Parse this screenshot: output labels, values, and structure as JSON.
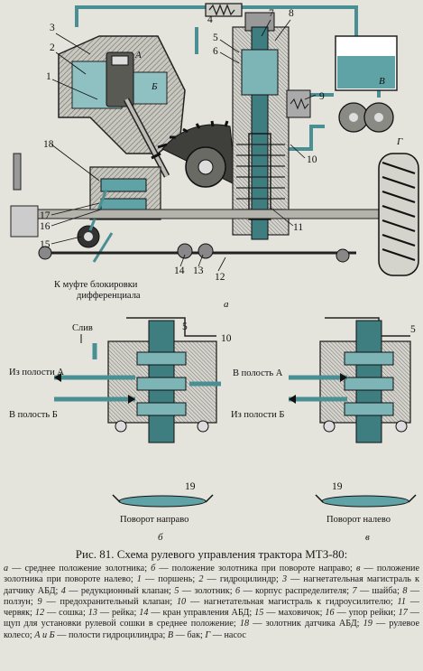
{
  "labels_top": {
    "n1": "1",
    "n2": "2",
    "n3": "3",
    "n4": "4",
    "n5": "5",
    "n6": "6",
    "n7": "7",
    "n8": "8",
    "n9": "9",
    "n10": "10",
    "n11": "11",
    "n12": "12",
    "n13": "13",
    "n14": "14",
    "n15": "15",
    "n16": "16",
    "n17": "17",
    "n18": "18",
    "A": "А",
    "B": "Б",
    "V": "В",
    "G": "Г",
    "diff_lock_line1": "К муфте блокировки",
    "diff_lock_line2": "дифференциала",
    "sub_a": "а"
  },
  "labels_b": {
    "drain": "Слив",
    "n5": "5",
    "n10": "10",
    "from_A": "Из полости А",
    "to_B": "В полость Б",
    "n19": "19",
    "turn": "Поворот направо",
    "sub": "б"
  },
  "labels_v": {
    "n5": "5",
    "to_A": "В полость А",
    "from_B": "Из полости Б",
    "n19": "19",
    "turn": "Поворот налево",
    "sub": "в"
  },
  "caption": {
    "title": "Рис. 81. Схема рулевого управления трактора МТЗ-80:",
    "legend": [
      {
        "key": "а",
        "text": " — среднее положение золотника; "
      },
      {
        "key": "б",
        "text": " — положение золотника при повороте направо; "
      },
      {
        "key": "в",
        "text": " — положение золотника при повороте налево; "
      },
      {
        "key": "1",
        "text": " — поршень; "
      },
      {
        "key": "2",
        "text": " — гидроцилиндр; "
      },
      {
        "key": "3",
        "text": " — нагнетательная магистраль к датчику АБД; "
      },
      {
        "key": "4",
        "text": " — редукционный клапан; "
      },
      {
        "key": "5",
        "text": " — золотник; "
      },
      {
        "key": "6",
        "text": " — корпус распределителя; "
      },
      {
        "key": "7",
        "text": " — шайба; "
      },
      {
        "key": "8",
        "text": " — ползун; "
      },
      {
        "key": "9",
        "text": " — предохранительный клапан; "
      },
      {
        "key": "10",
        "text": " — нагнетательная магистраль к гидроусилителю; "
      },
      {
        "key": "11",
        "text": " — червяк; "
      },
      {
        "key": "12",
        "text": " — сошка; "
      },
      {
        "key": "13",
        "text": " — рейка; "
      },
      {
        "key": "14",
        "text": " — кран управления АБД; "
      },
      {
        "key": "15",
        "text": " — маховичок; "
      },
      {
        "key": "16",
        "text": " — упор рейки; "
      },
      {
        "key": "17",
        "text": " — щуп для установки рулевой сошки в среднее положение; "
      },
      {
        "key": "18",
        "text": " — золотник датчика АБД; "
      },
      {
        "key": "19",
        "text": " — рулевое колесо; "
      },
      {
        "key": "А и Б",
        "text": " — полости гидроцилиндра; "
      },
      {
        "key": "В",
        "text": " — бак; "
      },
      {
        "key": "Г",
        "text": " — насос"
      }
    ]
  }
}
